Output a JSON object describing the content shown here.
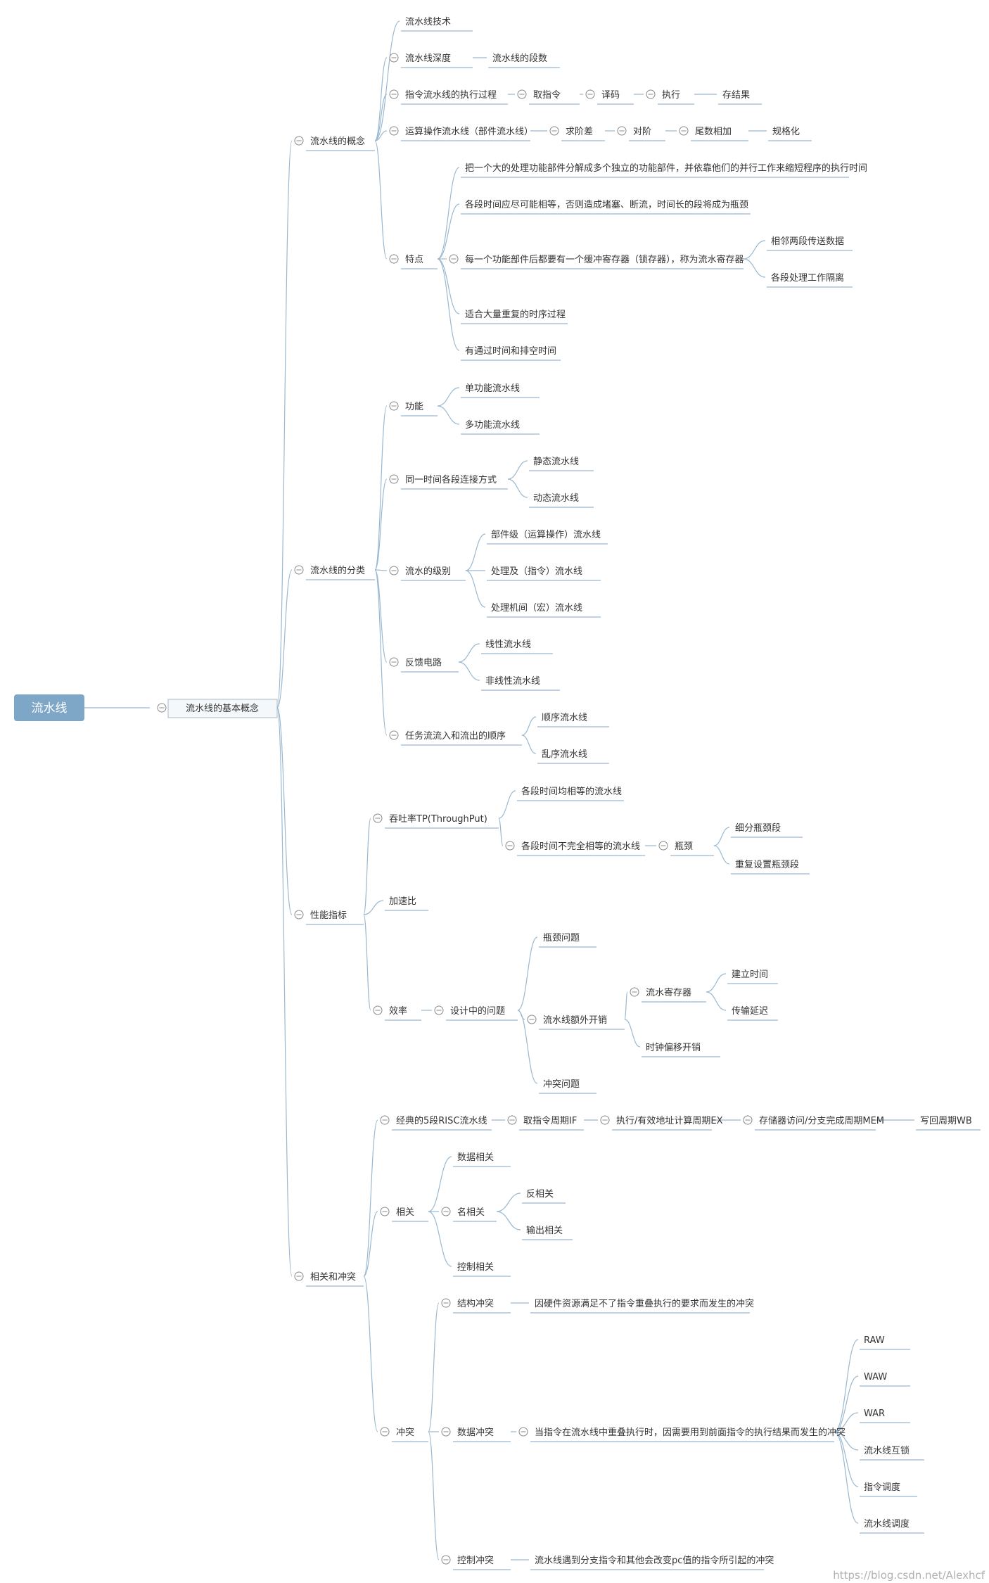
{
  "mindmap": {
    "root": "流水线",
    "level1": "流水线的基本概念",
    "concept": {
      "label": "流水线的概念",
      "items": {
        "tech": "流水线技术",
        "depth": "流水线深度",
        "depth_stages": "流水线的段数",
        "instr_process": "指令流水线的执行过程",
        "fetch": "取指令",
        "decode": "译码",
        "execute": "执行",
        "store": "存结果",
        "arith": "运算操作流水线（部件流水线）",
        "exp_diff": "求阶差",
        "align": "对阶",
        "mantissa": "尾数相加",
        "normalize": "规格化",
        "features": "特点",
        "f1": "把一个大的处理功能部件分解成多个独立的功能部件，并依靠他们的并行工作来缩短程序的执行时间",
        "f2": "各段时间应尽可能相等，否则造成堵塞、断流，时间长的段将成为瓶颈",
        "f3": "每一个功能部件后都要有一个缓冲寄存器（锁存器），称为流水寄存器",
        "f3a": "相邻两段传送数据",
        "f3b": "各段处理工作隔离",
        "f4": "适合大量重复的时序过程",
        "f5": "有通过时间和排空时间"
      }
    },
    "classify": {
      "label": "流水线的分类",
      "items": {
        "func": "功能",
        "single": "单功能流水线",
        "multi": "多功能流水线",
        "conn": "同一时间各段连接方式",
        "static": "静态流水线",
        "dynamic": "动态流水线",
        "level": "流水的级别",
        "comp_level": "部件级（运算操作）流水线",
        "proc_level": "处理及（指令）流水线",
        "inter_level": "处理机间（宏）流水线",
        "feedback": "反馈电路",
        "linear": "线性流水线",
        "nonlinear": "非线性流水线",
        "order": "任务流流入和流出的顺序",
        "in_order": "顺序流水线",
        "out_order": "乱序流水线"
      }
    },
    "perf": {
      "label": "性能指标",
      "items": {
        "tp": "吞吐率TP(ThroughPut)",
        "equal": "各段时间均相等的流水线",
        "unequal": "各段时间不完全相等的流水线",
        "bottleneck": "瓶颈",
        "subdivide": "细分瓶颈段",
        "duplicate": "重复设置瓶颈段",
        "speedup": "加速比",
        "efficiency": "效率",
        "design": "设计中的问题",
        "bottleneck_issue": "瓶颈问题",
        "overhead": "流水线额外开销",
        "pipe_reg": "流水寄存器",
        "setup": "建立时间",
        "delay": "传输延迟",
        "skew": "时钟偏移开销",
        "conflict_issue": "冲突问题"
      }
    },
    "hazard": {
      "label": "相关和冲突",
      "items": {
        "risc": "经典的5段RISC流水线",
        "if": "取指令周期IF",
        "ex": "执行/有效地址计算周期EX",
        "mem": "存储器访问/分支完成周期MEM",
        "wb": "写回周期WB",
        "dep": "相关",
        "data_dep": "数据相关",
        "name_dep": "名相关",
        "anti": "反相关",
        "output": "输出相关",
        "ctrl_dep": "控制相关",
        "conflict": "冲突",
        "struct": "结构冲突",
        "struct_desc": "因硬件资源满足不了指令重叠执行的要求而发生的冲突",
        "data": "数据冲突",
        "data_desc": "当指令在流水线中重叠执行时，因需要用到前面指令的执行结果而发生的冲突",
        "raw": "RAW",
        "waw": "WAW",
        "war": "WAR",
        "interlock": "流水线互锁",
        "sched": "指令调度",
        "pipe_sched": "流水线调度",
        "ctrl": "控制冲突",
        "ctrl_desc": "流水线遇到分支指令和其他会改变pc值的指令所引起的冲突"
      }
    },
    "watermark": "https://blog.csdn.net/Alexhcf"
  },
  "colors": {
    "line": "#9ab8cf",
    "root_fill": "#7ea6c6",
    "text": "#333333",
    "toggle": "#888888"
  }
}
